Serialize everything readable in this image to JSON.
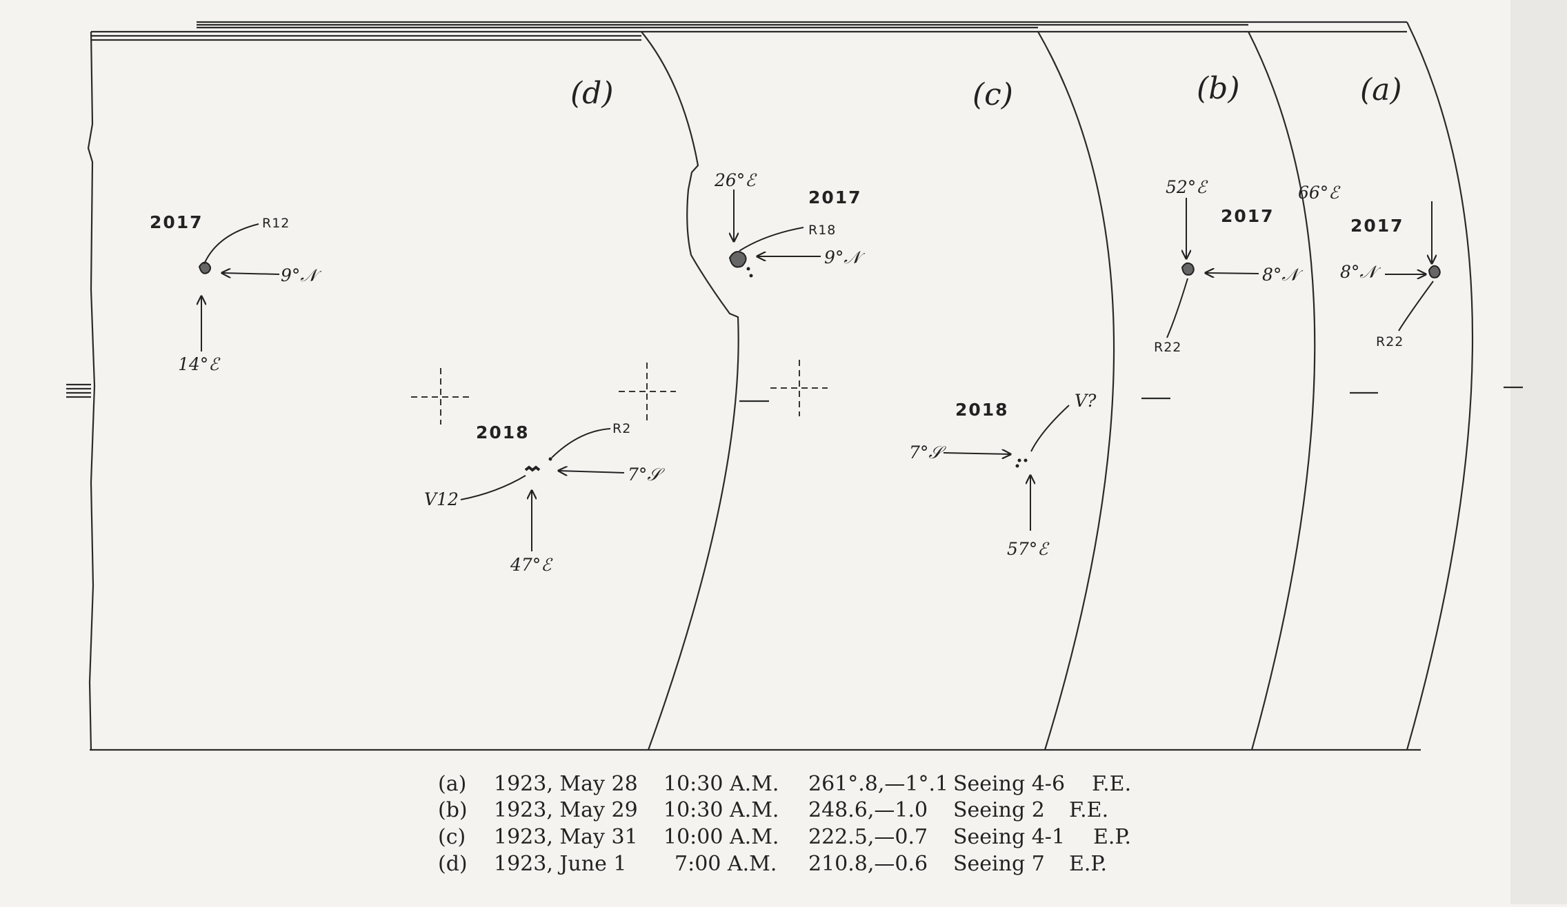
{
  "panels": {
    "a": {
      "label": "(a)"
    },
    "b": {
      "label": "(b)"
    },
    "c": {
      "label": "(c)"
    },
    "d": {
      "label": "(d)"
    }
  },
  "annotations": {
    "d": {
      "g2017": "2017",
      "r12": "R12",
      "lat": "9°𝒩",
      "lon": "14°ℰ",
      "g2018": "2018",
      "r2": "R2",
      "v12": "V12",
      "lat2018": "7°𝒮",
      "lon2018": "47°ℰ"
    },
    "c": {
      "g2017": "2017",
      "r18": "R18",
      "lon": "26°ℰ",
      "lat": "9°𝒩",
      "g2018": "2018",
      "v": "V?",
      "lat2018": "7°𝒮",
      "lon2018": "57°ℰ"
    },
    "b": {
      "g2017": "2017",
      "lon": "52°ℰ",
      "lat": "8°𝒩",
      "r22": "R22"
    },
    "a": {
      "g2017": "2017",
      "lon": "66°ℰ",
      "lat": "8°𝒩",
      "r22": "R22"
    }
  },
  "caption": [
    {
      "id": "(a)",
      "date": "1923, May 28",
      "time": "10:30 A.M.",
      "coords": "261°.8,—1°.1",
      "seeing": "Seeing 4-6",
      "observer": "F.E."
    },
    {
      "id": "(b)",
      "date": "1923, May 29",
      "time": "10:30 A.M.",
      "coords": "248.6,—1.0",
      "seeing": "Seeing 2",
      "observer": "F.E."
    },
    {
      "id": "(c)",
      "date": "1923, May 31",
      "time": "10:00 A.M.",
      "coords": "222.5,—0.7",
      "seeing": "Seeing 4-1",
      "observer": "E.P."
    },
    {
      "id": "(d)",
      "date": "1923, June 1",
      "time": "7:00 A.M.",
      "coords": "210.8,—0.6",
      "seeing": "Seeing 7",
      "observer": "E.P."
    }
  ]
}
